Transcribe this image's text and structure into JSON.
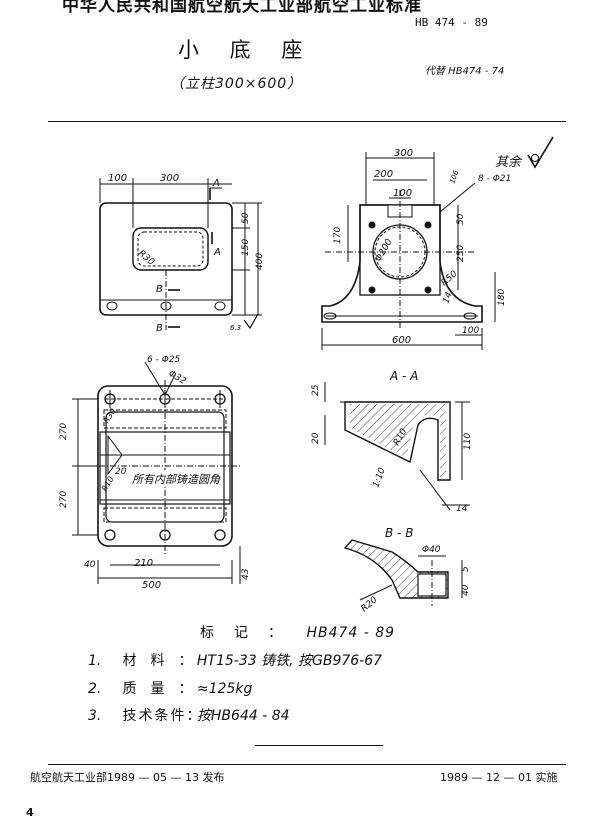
{
  "header": {
    "org_banner": "中华人民共和国航空航天工业部航空工业标准",
    "standard_no": "HB 474 - 89",
    "title": "小 底 座",
    "subtitle": "（立柱300×600）",
    "replaces": "代替 HB474 - 74"
  },
  "drawing": {
    "surface_note": "其余",
    "inner_note": "所有内部铸造圆角",
    "section_aa": "A - A",
    "section_bb": "B - B",
    "section_mark_a": "A",
    "section_mark_b": "B",
    "front_dims": [
      "100",
      "300",
      "50",
      "150",
      "400",
      "R30"
    ],
    "side_dims": [
      "300",
      "200",
      "100",
      "8 - Φ21",
      "Φ200",
      "170",
      "50",
      "250",
      "180",
      "R50",
      "14",
      "100",
      "600",
      "106",
      "6.3"
    ],
    "plan_dims": [
      "6 - Φ25",
      "Φ32",
      "270",
      "270",
      "R30",
      "R10",
      "20",
      "210",
      "500",
      "40",
      "43"
    ],
    "aa_dims": [
      "25",
      "20",
      "R10",
      "110",
      "1:10",
      "14"
    ],
    "bb_dims": [
      "Φ40",
      "5",
      "40",
      "R20"
    ]
  },
  "marking": {
    "label": "标记：",
    "value": "HB474 - 89"
  },
  "notes": [
    {
      "num": "1.",
      "key": "材料：",
      "value": "HT15-33 铸铁, 按GB976-67"
    },
    {
      "num": "2.",
      "key": "质量：",
      "value": "≈125kg"
    },
    {
      "num": "3.",
      "key": "技术条件：",
      "value": "按HB644 - 84"
    }
  ],
  "footer": {
    "issuer": "航空航天工业部1989 — 05 — 13  发布",
    "effective": "1989 — 12 — 01  实施",
    "page_no": "4"
  }
}
